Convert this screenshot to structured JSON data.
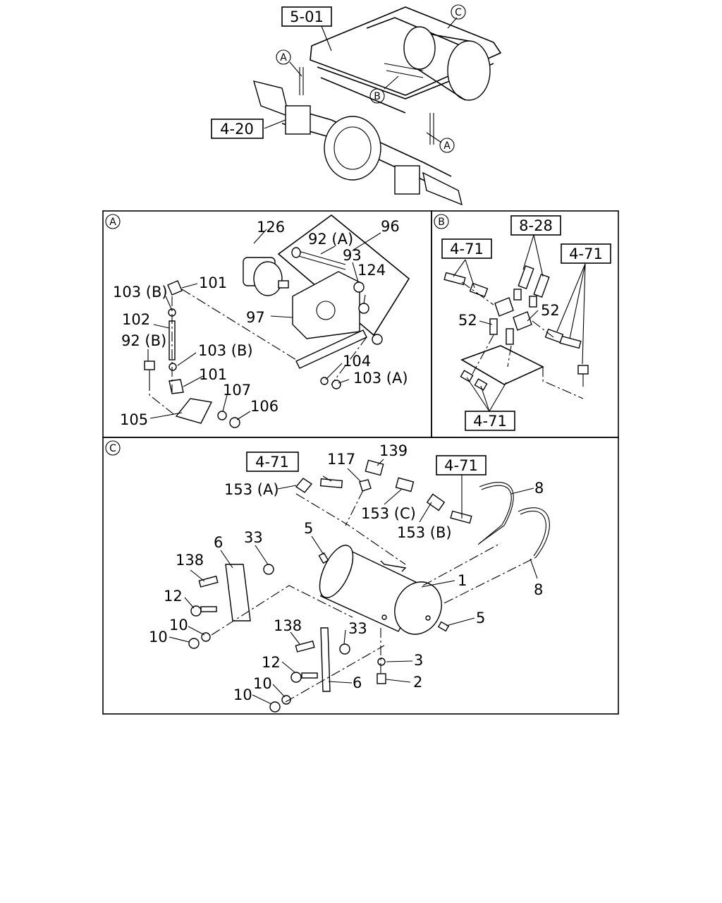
{
  "overview": {
    "callouts": {
      "a_left": "A",
      "a_right": "A",
      "b": "B",
      "c": "C"
    },
    "refs": {
      "frame": "5-01",
      "axle": "4-20"
    }
  },
  "panel_a": {
    "letter": "A",
    "labels": {
      "p126": "126",
      "p92a": "92 (A)",
      "p96": "96",
      "p93": "93",
      "p124": "124",
      "p101a": "101",
      "p103b_top": "103 (B)",
      "p102": "102",
      "p97": "97",
      "p92b": "92 (B)",
      "p103b_mid": "103 (B)",
      "p101b": "101",
      "p104": "104",
      "p103a": "103 (A)",
      "p107": "107",
      "p106": "106",
      "p105": "105"
    }
  },
  "panel_b": {
    "letter": "B",
    "refs": {
      "r471_left": "4-71",
      "r828": "8-28",
      "r471_right": "4-71",
      "r471_bottom": "4-71"
    },
    "labels": {
      "p52_left": "52",
      "p52_right": "52"
    }
  },
  "panel_c": {
    "letter": "C",
    "refs": {
      "r471_left": "4-71",
      "r471_right": "4-71"
    },
    "labels": {
      "p117": "117",
      "p139": "139",
      "p153a": "153 (A)",
      "p8_top": "8",
      "p153c": "153 (C)",
      "p153b": "153 (B)",
      "p5_top": "5",
      "p6_top": "6",
      "p33_top": "33",
      "p138_top": "138",
      "p1": "1",
      "p12_top": "12",
      "p8_bottom": "8",
      "p10a": "10",
      "p10b": "10",
      "p5_bottom": "5",
      "p138_bottom": "138",
      "p33_bottom": "33",
      "p3": "3",
      "p12_bottom": "12",
      "p10c": "10",
      "p6_bottom": "6",
      "p2": "2",
      "p10d": "10"
    }
  }
}
